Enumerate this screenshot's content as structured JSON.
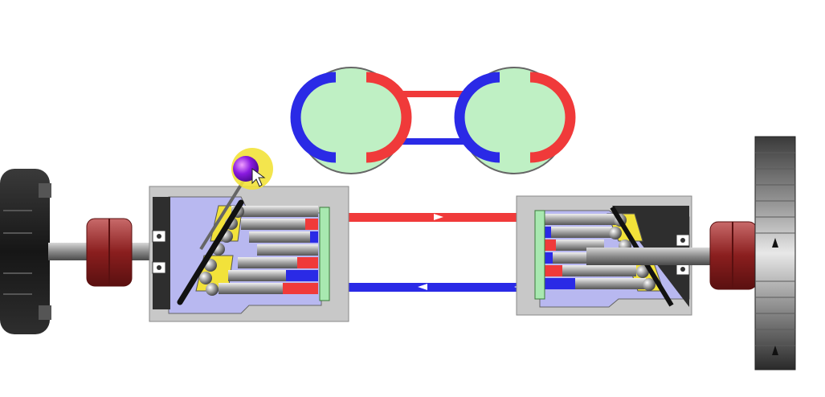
{
  "diagram": {
    "colors": {
      "high_pressure": "#f03a3a",
      "low_pressure": "#2a2ae6",
      "valve_plate": "#a8e8b0",
      "housing": "#c8c8c8",
      "chamber": "#b8b8f0",
      "coupling": "#a83232",
      "swash_control": "#7a1ad6",
      "control_glow": "#f2e23a",
      "shaft": "#9a9a9a"
    },
    "components": {
      "motor": "electric-motor-icon",
      "pump": "variable-displacement-pump",
      "hydraulic_motor": "fixed-displacement-motor",
      "load": "flywheel-icon",
      "control": "swashplate-control-knob"
    },
    "flow_direction": {
      "upper_line": "left-to-right",
      "lower_line": "right-to-left"
    },
    "swashplate_tilt_deg": 20
  }
}
